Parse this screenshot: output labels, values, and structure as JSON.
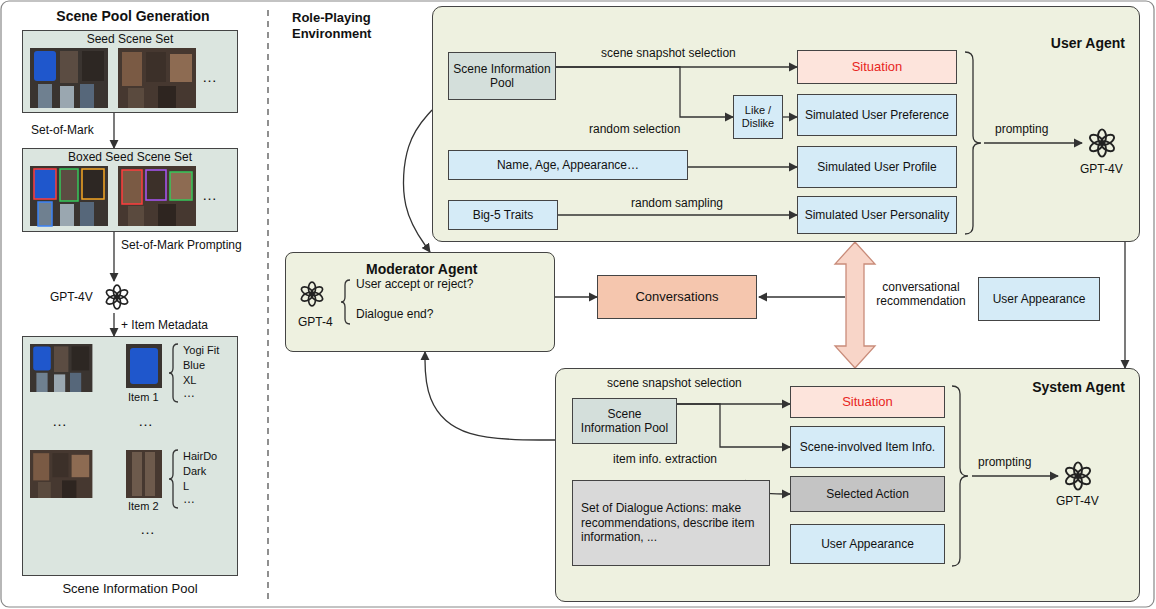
{
  "diagram": {
    "nodes": [
      {
        "text": [
          "Seed Scene Set"
        ]
      },
      {
        "text": [
          "Boxed Seed Scene Set"
        ]
      },
      {
        "text": [
          "GPT-4V"
        ]
      },
      {
        "text": [
          "Scene Information Pool"
        ]
      },
      {
        "text": [
          "User Agent"
        ]
      },
      {
        "text": [
          "Scene Information Pool"
        ],
        "in": 4
      },
      {
        "text": [
          "Situation"
        ],
        "in": 4
      },
      {
        "text": [
          "Like / Dislike"
        ],
        "in": 4
      },
      {
        "text": [
          "Simulated User Preference"
        ],
        "in": 4
      },
      {
        "text": [
          "Name, Age, Appearance…"
        ],
        "in": 4
      },
      {
        "text": [
          "Simulated User Profile"
        ],
        "in": 4
      },
      {
        "text": [
          "Big-5 Traits"
        ],
        "in": 4
      },
      {
        "text": [
          "Simulated User Personality"
        ],
        "in": 4
      },
      {
        "text": [
          "Moderator Agent",
          "GPT-4",
          "User accept or reject?",
          "Dialogue end?"
        ]
      },
      {
        "text": [
          "Conversations"
        ]
      },
      {
        "text": [
          "User Appearance"
        ]
      },
      {
        "text": [
          "System Agent"
        ]
      },
      {
        "text": [
          "Scene Information Pool"
        ],
        "in": 16
      },
      {
        "text": [
          "Situation"
        ],
        "in": 16
      },
      {
        "text": [
          "Scene-involved Item Info."
        ],
        "in": 16
      },
      {
        "text": [
          "Set of Dialogue Actions: make recommendations, describe item information, ..."
        ],
        "in": 16
      },
      {
        "text": [
          "Selected Action"
        ],
        "in": 16
      },
      {
        "text": [
          "User Appearance"
        ],
        "in": 16
      }
    ],
    "edges": [
      {
        "from": 0,
        "to": 1,
        "arrow": "to",
        "label": "Set-of-Mark"
      },
      {
        "from": 1,
        "to": 2,
        "arrow": "to",
        "label": "Set-of-Mark Prompting"
      },
      {
        "from": 2,
        "to": 3,
        "arrow": "to",
        "label": "+ Item Metadata"
      },
      {
        "from": 5,
        "to": 6,
        "arrow": "to",
        "label": "scene snapshot selection"
      },
      {
        "from": 5,
        "to": 7,
        "arrow": "to",
        "label": "random selection"
      },
      {
        "from": 7,
        "to": 8,
        "arrow": "to"
      },
      {
        "from": 9,
        "to": 10,
        "arrow": "to"
      },
      {
        "from": 11,
        "to": 12,
        "arrow": "to",
        "label": "random sampling"
      },
      {
        "from": 4,
        "to": 13,
        "arrow": "to"
      },
      {
        "from": 16,
        "to": 13,
        "arrow": "to"
      },
      {
        "from": 13,
        "to": 14,
        "arrow": "to"
      },
      {
        "from": 4,
        "to": 16,
        "arrow": "both",
        "label": "conversational recommendation"
      },
      {
        "from": 4,
        "to": 16,
        "arrow": "to"
      },
      {
        "from": 17,
        "to": 18,
        "arrow": "to",
        "label": "scene snapshot selection"
      },
      {
        "from": 17,
        "to": 19,
        "arrow": "to",
        "label": "item info. extraction"
      },
      {
        "from": 20,
        "to": 21,
        "arrow": "to"
      }
    ],
    "labels": [
      "Scene Pool Generation",
      "Role-Playing Environment",
      "…",
      "…",
      "Item 1",
      "Yogi Fit",
      "Blue",
      "XL",
      "…",
      "…",
      "…",
      "Item 2",
      "HairDo",
      "Dark",
      "L",
      "…",
      "…",
      "prompting",
      "GPT-4V",
      "prompting",
      "GPT-4V"
    ]
  }
}
